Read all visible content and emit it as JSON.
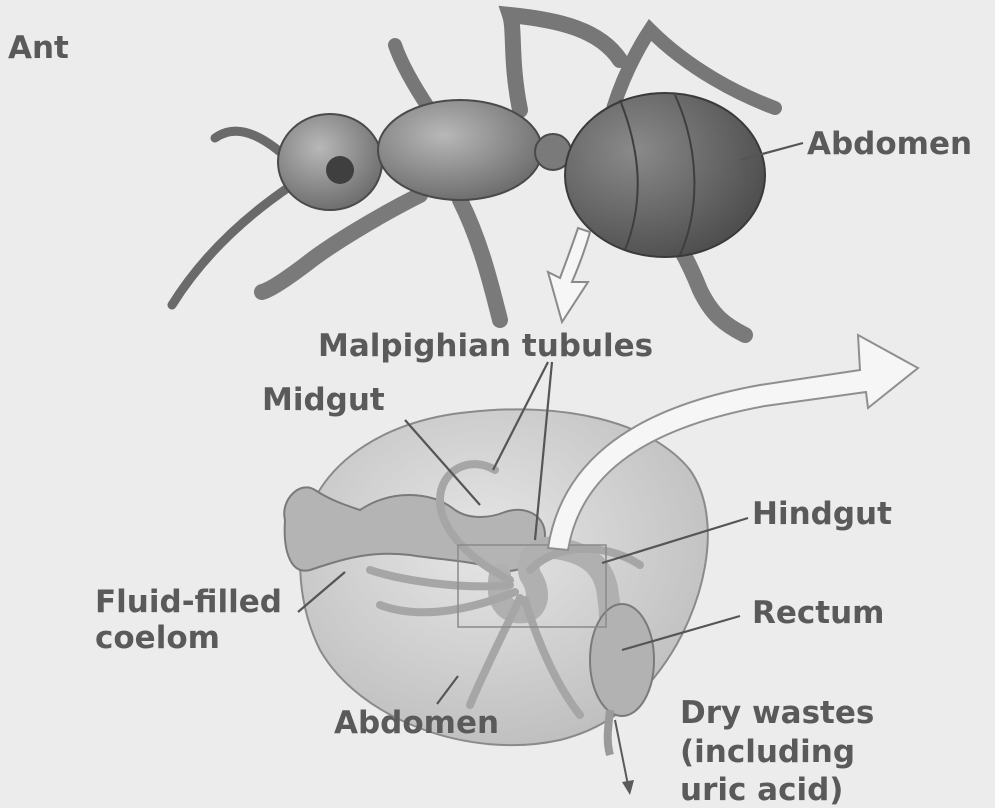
{
  "labels": {
    "ant": "Ant",
    "abdomen_top": "Abdomen",
    "malpighian": "Malpighian tubules",
    "midgut": "Midgut",
    "hindgut": "Hindgut",
    "rectum": "Rectum",
    "fluid_line1": "Fluid-filled",
    "fluid_line2": "coelom",
    "abdomen_bottom": "Abdomen",
    "dry_line1": "Dry wastes",
    "dry_line2": "(including",
    "dry_line3": "uric acid)"
  },
  "colors": {
    "background": "#ececec",
    "label_text": "#5a5a5a",
    "ant_body": "#7a7a7a",
    "ant_abdomen": "#5e5e5e",
    "abdomen_section": "#d2d2d2",
    "gut": "#b4b4b4",
    "tubules": "#a6a6a6",
    "arrow_fill": "#f6f6f6"
  }
}
